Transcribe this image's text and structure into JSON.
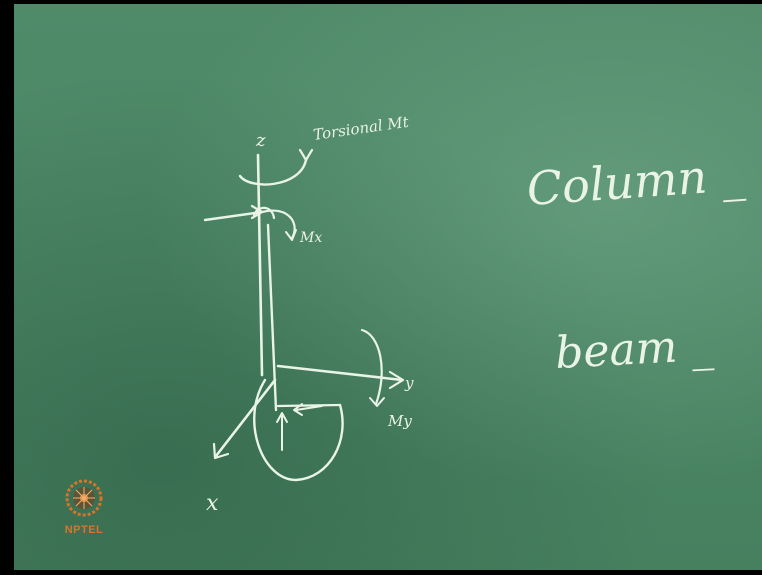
{
  "board_text": {
    "torsion_label": "Torsional Mt",
    "z_axis": "z",
    "mx_label": "Mx",
    "y_axis": "y",
    "my_label": "My",
    "x_axis": "x",
    "column_word": "Column _",
    "beam_word": "beam _"
  },
  "logo": {
    "text": "NPTEL",
    "color": "#d8742a"
  }
}
